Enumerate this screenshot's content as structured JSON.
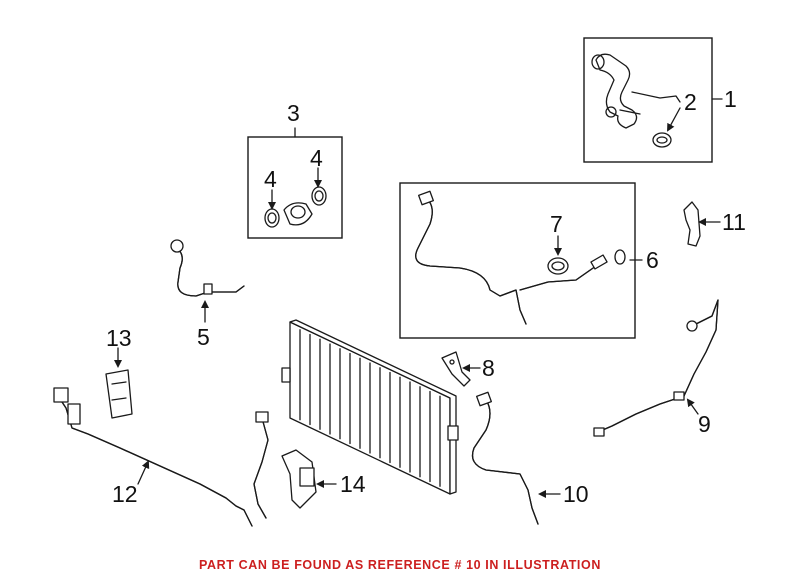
{
  "callouts": {
    "c1": "1",
    "c2": "2",
    "c3": "3",
    "c4a": "4",
    "c4b": "4",
    "c5": "5",
    "c6": "6",
    "c7": "7",
    "c8": "8",
    "c9": "9",
    "c10": "10",
    "c11": "11",
    "c12": "12",
    "c13": "13",
    "c14": "14"
  },
  "caption": "PART CAN BE FOUND AS REFERENCE # 10 IN ILLUSTRATION",
  "colors": {
    "caption": "#cc1f1f",
    "line": "#1a1a1a"
  }
}
